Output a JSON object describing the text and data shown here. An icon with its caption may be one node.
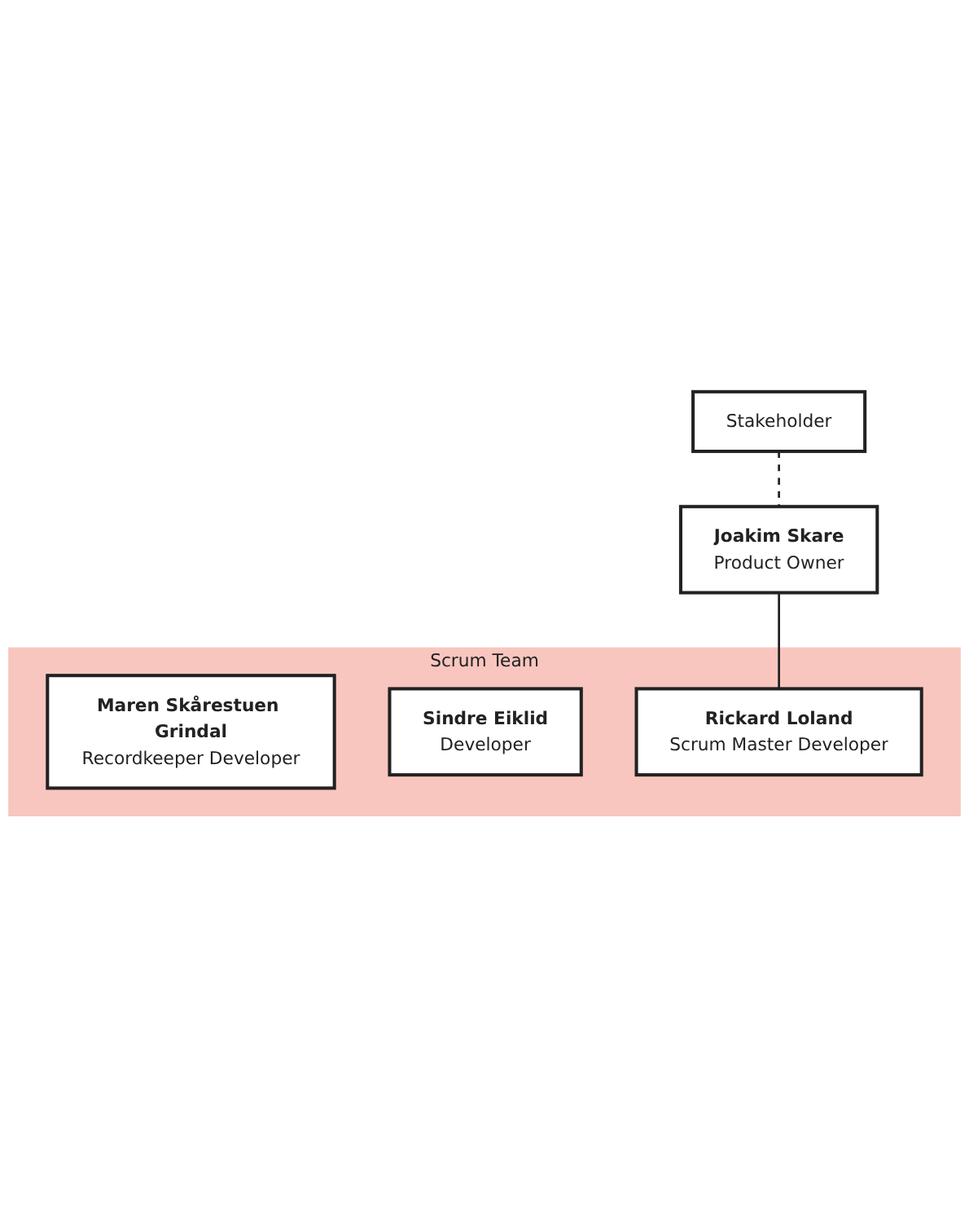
{
  "diagram": {
    "nodes": [
      {
        "text": [
          "Stakeholder"
        ]
      },
      {
        "text": [
          "Joakim Skare",
          "Product Owner"
        ]
      },
      {
        "text": [
          "Scrum Team"
        ]
      },
      {
        "text": [
          "Maren Skårestuen Grindal",
          "Recordkeeper Developer"
        ],
        "in": 2
      },
      {
        "text": [
          "Sindre Eiklid",
          "Developer"
        ],
        "in": 2
      },
      {
        "text": [
          "Rickard Loland",
          "Scrum Master Developer"
        ],
        "in": 2
      }
    ],
    "edges": [
      {
        "from": 0,
        "to": 1,
        "arrow": "none",
        "style": "dashed"
      },
      {
        "from": 1,
        "to": 5,
        "arrow": "none"
      }
    ]
  }
}
